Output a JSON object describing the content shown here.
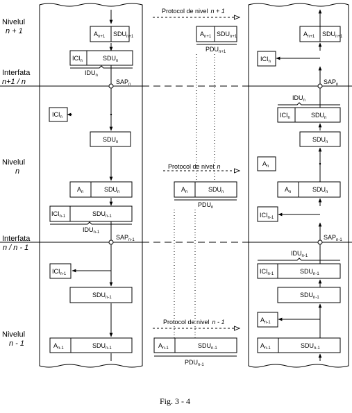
{
  "levels": {
    "upper": {
      "name": "Nivelul",
      "sub": "n + 1"
    },
    "middle": {
      "name": "Nivelul",
      "sub": "n"
    },
    "lower": {
      "name": "Nivelul",
      "sub": "n - 1"
    }
  },
  "interfaces": {
    "upper": {
      "name": "Interfata",
      "sub": "n+1 / n"
    },
    "lower": {
      "name": "Interfata",
      "sub": "n / n - 1"
    }
  },
  "protocols": {
    "upper": {
      "label": "Protocol de nivel",
      "sub": "n + 1"
    },
    "middle": {
      "label": "Protocol de nivel",
      "sub": "n"
    },
    "lower": {
      "label": "Protocol de nivel",
      "sub": "n - 1"
    }
  },
  "pdu": {
    "upper": {
      "base": "PDU",
      "sub": "n+1"
    },
    "middle": {
      "base": "PDU",
      "sub": "n"
    },
    "lower": {
      "base": "PDU",
      "sub": "n-1"
    }
  },
  "idu": {
    "left_upper": {
      "base": "IDU",
      "sub": "n"
    },
    "left_lower": {
      "base": "IDU",
      "sub": "n-1"
    },
    "right_upper": {
      "base": "IDU",
      "sub": "n"
    },
    "right_lower": {
      "base": "IDU",
      "sub": "n-1"
    }
  },
  "sap": {
    "left_upper": {
      "base": "SAP",
      "sub": "n"
    },
    "left_lower": {
      "base": "SAP",
      "sub": "n-1"
    },
    "right_upper": {
      "base": "SAP",
      "sub": "n"
    },
    "right_lower": {
      "base": "SAP",
      "sub": "n-1"
    }
  },
  "fields": {
    "A_n1": {
      "base": "A",
      "sub": "n+1"
    },
    "SDU_n1": {
      "base": "SDU",
      "sub": "n+1"
    },
    "ICI_n": {
      "base": "ICI",
      "sub": "n"
    },
    "SDU_n": {
      "base": "SDU",
      "sub": "n"
    },
    "A_n": {
      "base": "A",
      "sub": "n"
    },
    "ICI_nm1": {
      "base": "ICI",
      "sub": "n-1"
    },
    "SDU_nm1": {
      "base": "SDU",
      "sub": "n-1"
    },
    "A_nm1": {
      "base": "A",
      "sub": "n-1"
    }
  },
  "caption": "Fig. 3 - 4"
}
